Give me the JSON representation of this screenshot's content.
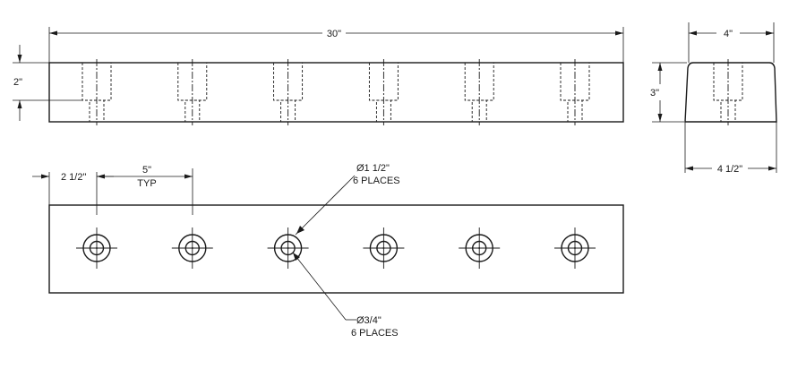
{
  "drawing": {
    "dimensions": {
      "overall_length": "30\"",
      "height_front": "2\"",
      "top_width": "4\"",
      "side_height": "3\"",
      "bottom_width": "4 1/2\"",
      "edge_offset": "2 1/2\"",
      "hole_spacing": "5\"",
      "hole_spacing_note": "TYP"
    },
    "callouts": {
      "counterbore": {
        "diameter": "Ø1 1/2\"",
        "quantity": "6 PLACES"
      },
      "thru_hole": {
        "diameter": "Ø3/4\"",
        "quantity": "6 PLACES"
      }
    },
    "hole_count": 6
  }
}
